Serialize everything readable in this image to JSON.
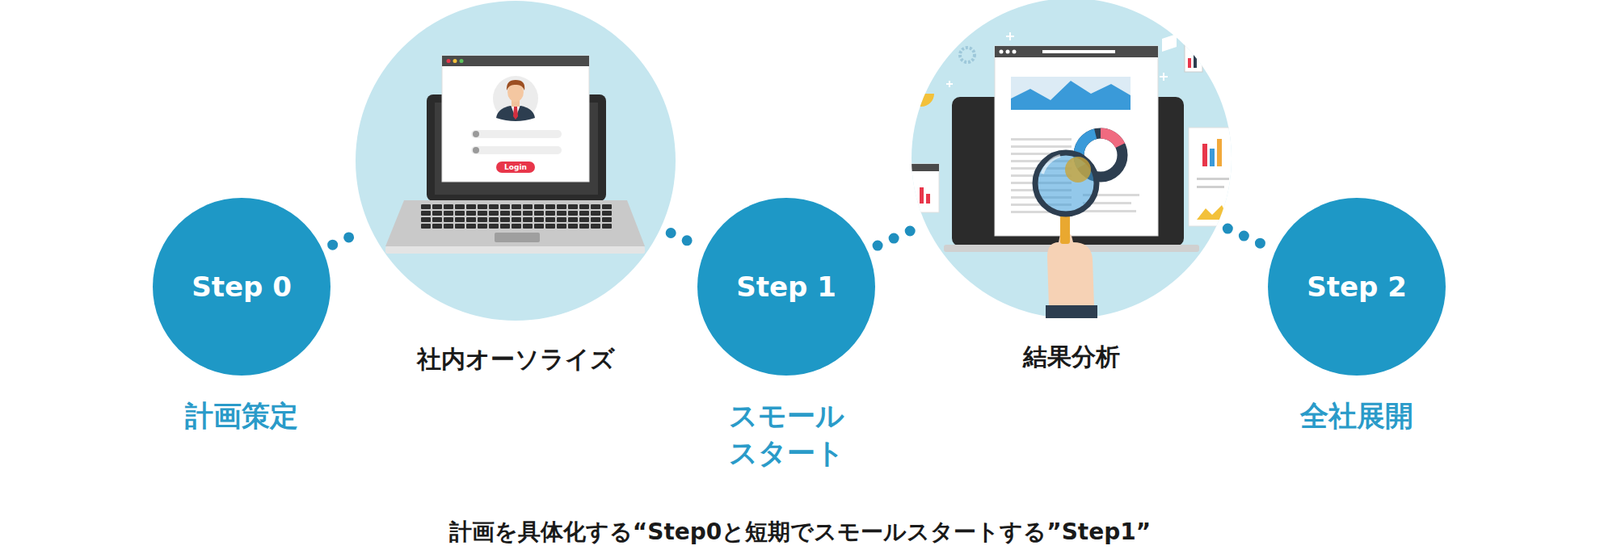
{
  "diagram": {
    "caption": "計画を具体化する“Step0と短期でスモールスタートする”Step1”",
    "nodes": [
      {
        "text": [
          "Step 0",
          "計画策定"
        ]
      },
      {
        "text": [
          "社内オーソライズ"
        ]
      },
      {
        "text": [
          "Step 1",
          "スモール スタート"
        ]
      },
      {
        "text": [
          "結果分析"
        ]
      },
      {
        "text": [
          "Step 2",
          "全社展開"
        ]
      }
    ],
    "edges": [
      {
        "from": 0,
        "to": 1,
        "arrow": "none"
      },
      {
        "from": 1,
        "to": 2,
        "arrow": "none"
      },
      {
        "from": 2,
        "to": 3,
        "arrow": "none"
      },
      {
        "from": 3,
        "to": 4,
        "arrow": "none"
      }
    ],
    "labels": [
      "Login"
    ]
  }
}
